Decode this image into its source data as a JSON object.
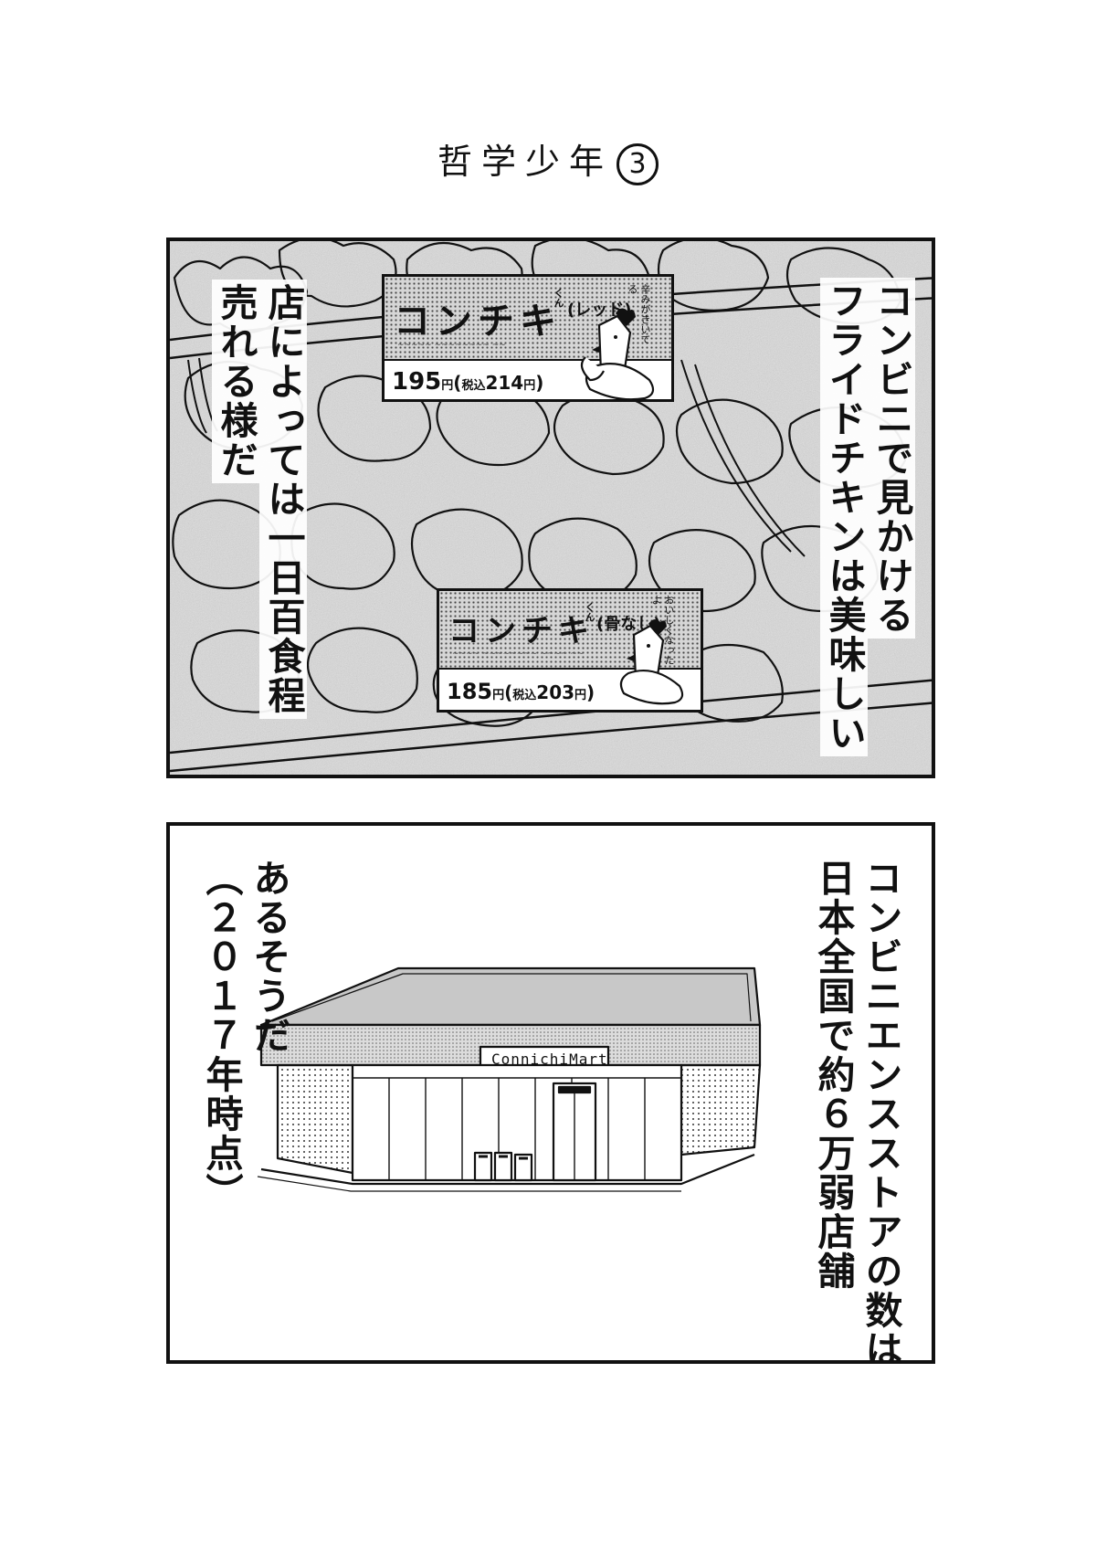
{
  "title": {
    "text": "哲学少年",
    "number": "3"
  },
  "panel1": {
    "caption_right": [
      "コンビニで見かける",
      "フライドチキンは美味しい"
    ],
    "caption_left": [
      "店によっては一日百食程",
      "売れる様だ"
    ],
    "sign_top": {
      "name": "コンチキ",
      "kun": "くん",
      "variant": "(レッド)",
      "tagline": "辛みがきいてる",
      "price": "195",
      "yen": "円",
      "tax_label": "税込",
      "tax_price": "214",
      "scribble": "~~~~~ ~~~~~~~~ ~~"
    },
    "sign_bottom": {
      "name": "コンチキ",
      "kun": "くん",
      "variant": "(骨なし)",
      "tagline": "おいしくなったよ",
      "price": "185",
      "yen": "円",
      "tax_label": "税込",
      "tax_price": "203",
      "scribble": "~~~~ ~~~~~~~~ ~~~~ ~~"
    }
  },
  "panel2": {
    "caption_right": [
      "コンビニエンスストアの数は",
      "日本全国で約６万弱店舗"
    ],
    "caption_left": [
      "あるそうだ",
      "（２０１７年時点）"
    ],
    "store_sign": "ConnichiMart"
  }
}
